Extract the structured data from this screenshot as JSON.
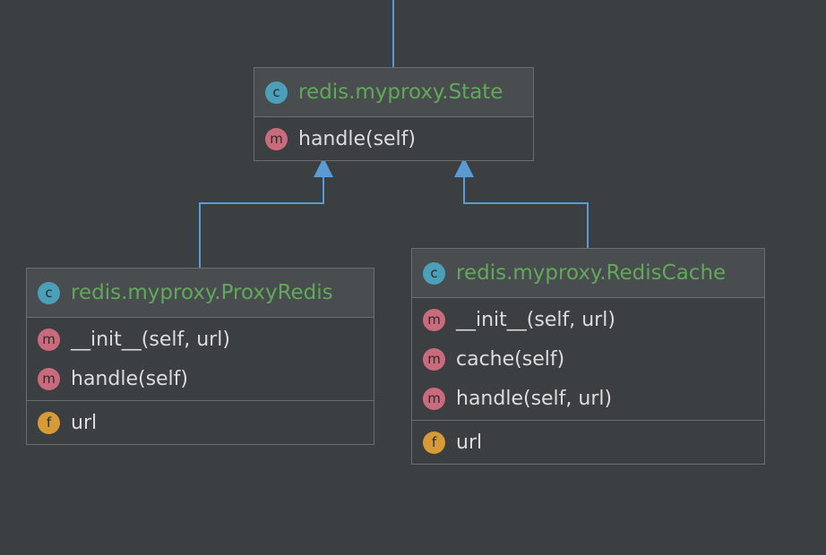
{
  "colors": {
    "background": "#3c3f41",
    "header": "#4a4d4f",
    "border": "#6b6e70",
    "class_name": "#62a85a",
    "member_text": "#dcdcdc",
    "arrow": "#5b9bd5",
    "class_badge": "#4b9fb8",
    "method_badge": "#c96b7d",
    "field_badge": "#d69a36"
  },
  "classes": {
    "state": {
      "badge": "c",
      "name": "redis.myproxy.State",
      "methods": [
        {
          "badge": "m",
          "text": "handle(self)"
        }
      ],
      "fields": []
    },
    "proxy_redis": {
      "badge": "c",
      "name": "redis.myproxy.ProxyRedis",
      "methods": [
        {
          "badge": "m",
          "text": "__init__(self, url)"
        },
        {
          "badge": "m",
          "text": "handle(self)"
        }
      ],
      "fields": [
        {
          "badge": "f",
          "text": "url"
        }
      ]
    },
    "redis_cache": {
      "badge": "c",
      "name": "redis.myproxy.RedisCache",
      "methods": [
        {
          "badge": "m",
          "text": "__init__(self, url)"
        },
        {
          "badge": "m",
          "text": "cache(self)"
        },
        {
          "badge": "m",
          "text": "handle(self, url)"
        }
      ],
      "fields": [
        {
          "badge": "f",
          "text": "url"
        }
      ]
    }
  },
  "relations": [
    {
      "from": "proxy_redis",
      "to": "state",
      "type": "inheritance"
    },
    {
      "from": "redis_cache",
      "to": "state",
      "type": "inheritance"
    }
  ]
}
